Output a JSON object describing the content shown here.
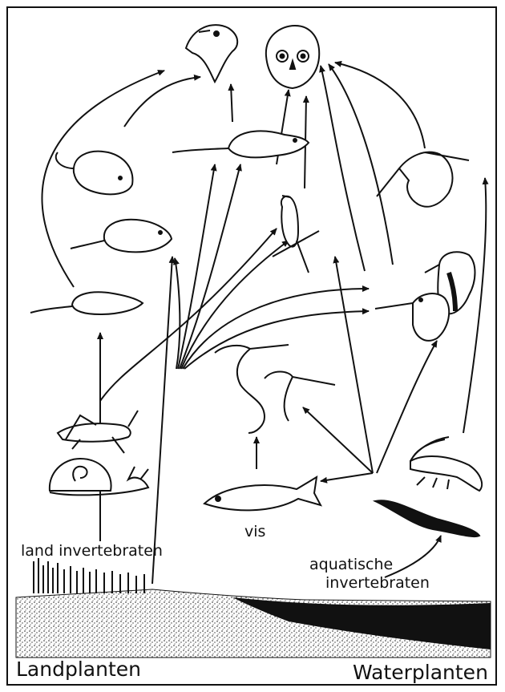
{
  "labels": {
    "land_invertebrates": "land invertebraten",
    "fish": "vis",
    "aquatic_line1": "aquatische",
    "aquatic_line2": "invertebraten",
    "land_plants": "Landplanten",
    "water_plants": "Waterplanten"
  },
  "colors": {
    "ink": "#111111",
    "paper": "#ffffff"
  },
  "icons": [
    "hawk-icon",
    "owl-icon",
    "hamster-icon",
    "rat-icon",
    "gerbil-icon",
    "shrew-icon",
    "songbird-icon",
    "kingfisher-icon",
    "duck-icon",
    "sandpiper-icon",
    "heron-icon",
    "grasshopper-icon",
    "snail-icon",
    "fish-icon",
    "shrimp-icon",
    "leech-icon"
  ]
}
